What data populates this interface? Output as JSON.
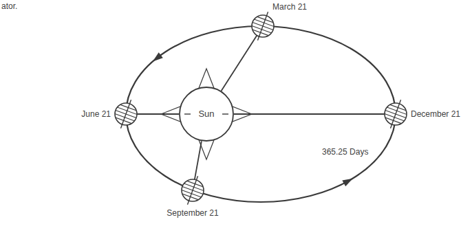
{
  "diagram": {
    "nodes": [
      {
        "text": [
          "March 21"
        ]
      },
      {
        "text": [
          "June 21"
        ]
      },
      {
        "text": [
          "Sun"
        ]
      },
      {
        "text": [
          "December 21"
        ]
      },
      {
        "text": [
          "September 21"
        ]
      }
    ],
    "edges": [
      {
        "from": 2,
        "to": 0,
        "arrow": "none"
      },
      {
        "from": 2,
        "to": 1,
        "arrow": "none"
      },
      {
        "from": 2,
        "to": 3,
        "arrow": "none"
      },
      {
        "from": 2,
        "to": 4,
        "arrow": "none"
      }
    ],
    "labels": [
      "ator.",
      "365.25 Days"
    ]
  }
}
